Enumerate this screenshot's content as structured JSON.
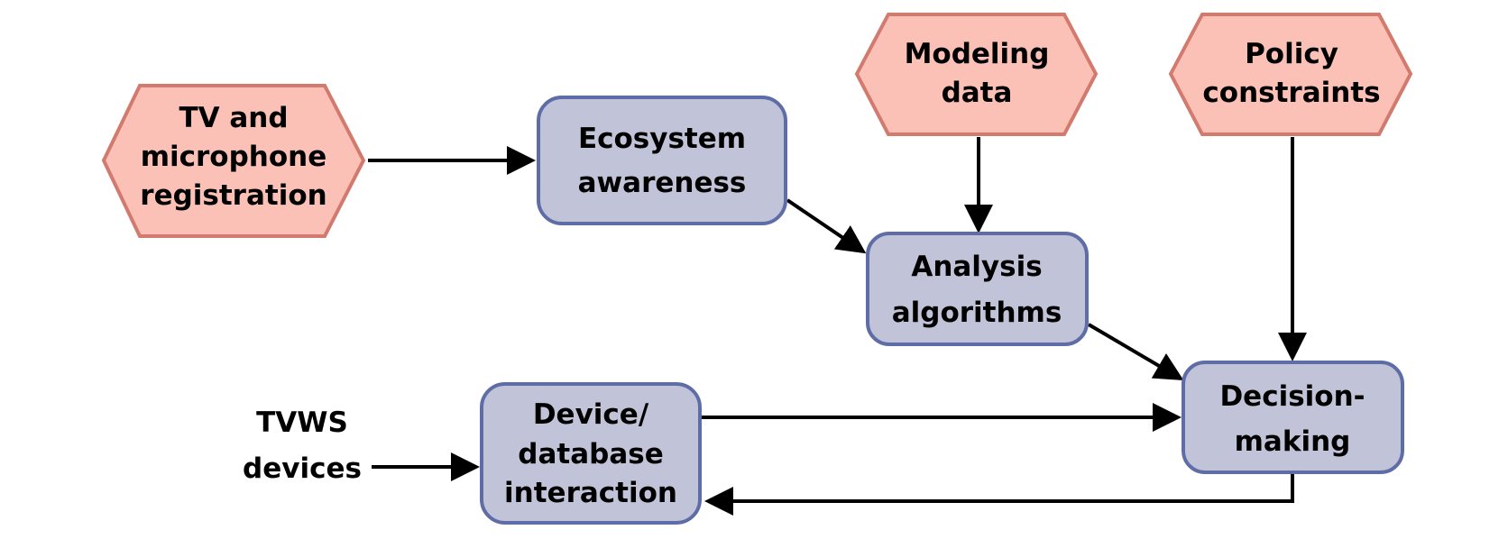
{
  "diagram": {
    "nodes": {
      "tv_registration": {
        "lines": [
          "TV and",
          "microphone",
          "registration"
        ],
        "shape": "hexagon"
      },
      "modeling_data": {
        "lines": [
          "Modeling",
          "data"
        ],
        "shape": "hexagon"
      },
      "policy_constraints": {
        "lines": [
          "Policy",
          "constraints"
        ],
        "shape": "hexagon"
      },
      "ecosystem_awareness": {
        "lines": [
          "Ecosystem",
          "awareness"
        ],
        "shape": "rounded-box"
      },
      "analysis_algorithms": {
        "lines": [
          "Analysis",
          "algorithms"
        ],
        "shape": "rounded-box"
      },
      "decision_making": {
        "lines": [
          "Decision-",
          "making"
        ],
        "shape": "rounded-box"
      },
      "device_db_interaction": {
        "lines": [
          "Device/",
          "database",
          "interaction"
        ],
        "shape": "rounded-box"
      },
      "tvws_devices": {
        "lines": [
          "TVWS",
          "devices"
        ],
        "shape": "plain-text"
      }
    },
    "edges": [
      {
        "from": "tv_registration",
        "to": "ecosystem_awareness"
      },
      {
        "from": "ecosystem_awareness",
        "to": "analysis_algorithms"
      },
      {
        "from": "modeling_data",
        "to": "analysis_algorithms"
      },
      {
        "from": "analysis_algorithms",
        "to": "decision_making"
      },
      {
        "from": "policy_constraints",
        "to": "decision_making"
      },
      {
        "from": "device_db_interaction",
        "to": "decision_making"
      },
      {
        "from": "decision_making",
        "to": "device_db_interaction"
      },
      {
        "from": "tvws_devices",
        "to": "device_db_interaction"
      }
    ],
    "colors": {
      "hexagon_fill": "#fcc1b6",
      "hexagon_stroke": "#d27a6e",
      "box_fill": "#c1c3d8",
      "box_stroke": "#5f6da7",
      "arrow": "#000000"
    }
  }
}
